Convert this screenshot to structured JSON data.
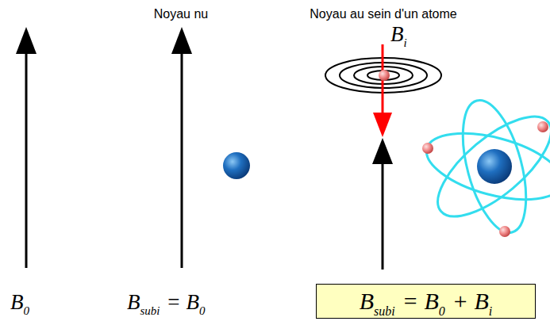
{
  "diagram": {
    "nodes": [
      {
        "text": [
          "B",
          "subi",
          "= B",
          "0",
          "+ B",
          "i"
        ]
      }
    ],
    "labels": [
      "Noyau nu",
      "Noyau au sein d'un atome",
      "B",
      "i",
      "B",
      "0",
      "B",
      "subi",
      "= B",
      "0"
    ]
  }
}
